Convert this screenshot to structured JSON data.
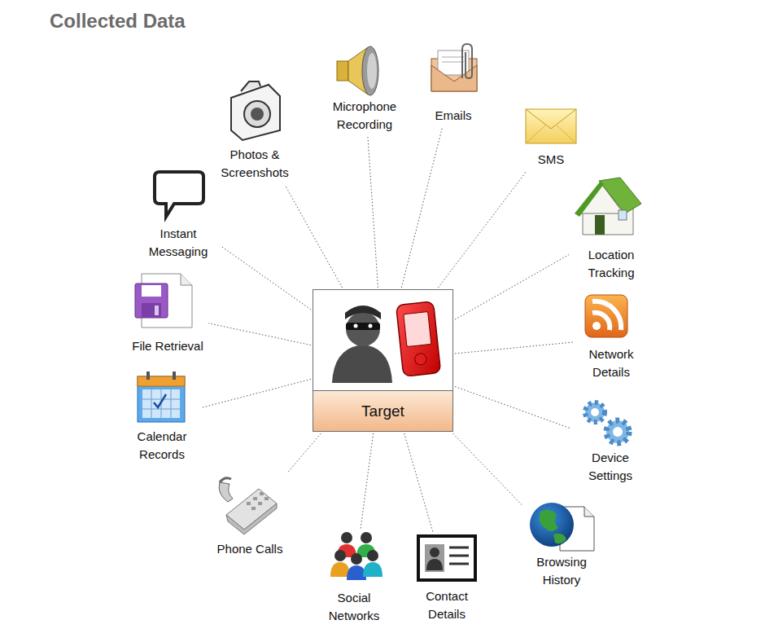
{
  "diagram": {
    "title": "Collected Data",
    "nodes": [
      {
        "text": [
          "Target"
        ]
      },
      {
        "text": [
          "Microphone Recording"
        ]
      },
      {
        "text": [
          "Emails"
        ]
      },
      {
        "text": [
          "Photos & Screenshots"
        ]
      },
      {
        "text": [
          "SMS"
        ]
      },
      {
        "text": [
          "Instant Messaging"
        ]
      },
      {
        "text": [
          "Location Tracking"
        ]
      },
      {
        "text": [
          "File Retrieval"
        ]
      },
      {
        "text": [
          "Network Details"
        ]
      },
      {
        "text": [
          "Calendar Records"
        ]
      },
      {
        "text": [
          "Device Settings"
        ]
      },
      {
        "text": [
          "Phone Calls"
        ]
      },
      {
        "text": [
          "Browsing History"
        ]
      },
      {
        "text": [
          "Social Networks"
        ]
      },
      {
        "text": [
          "Contact Details"
        ]
      }
    ],
    "edges": [
      {
        "from": 0,
        "to": 1,
        "arrow": "none"
      },
      {
        "from": 0,
        "to": 2,
        "arrow": "none"
      },
      {
        "from": 0,
        "to": 3,
        "arrow": "none"
      },
      {
        "from": 0,
        "to": 4,
        "arrow": "none"
      },
      {
        "from": 0,
        "to": 5,
        "arrow": "none"
      },
      {
        "from": 0,
        "to": 6,
        "arrow": "none"
      },
      {
        "from": 0,
        "to": 7,
        "arrow": "none"
      },
      {
        "from": 0,
        "to": 8,
        "arrow": "none"
      },
      {
        "from": 0,
        "to": 9,
        "arrow": "none"
      },
      {
        "from": 0,
        "to": 10,
        "arrow": "none"
      },
      {
        "from": 0,
        "to": 11,
        "arrow": "none"
      },
      {
        "from": 0,
        "to": 12,
        "arrow": "none"
      },
      {
        "from": 0,
        "to": 13,
        "arrow": "none"
      },
      {
        "from": 0,
        "to": 14,
        "arrow": "none"
      }
    ]
  }
}
